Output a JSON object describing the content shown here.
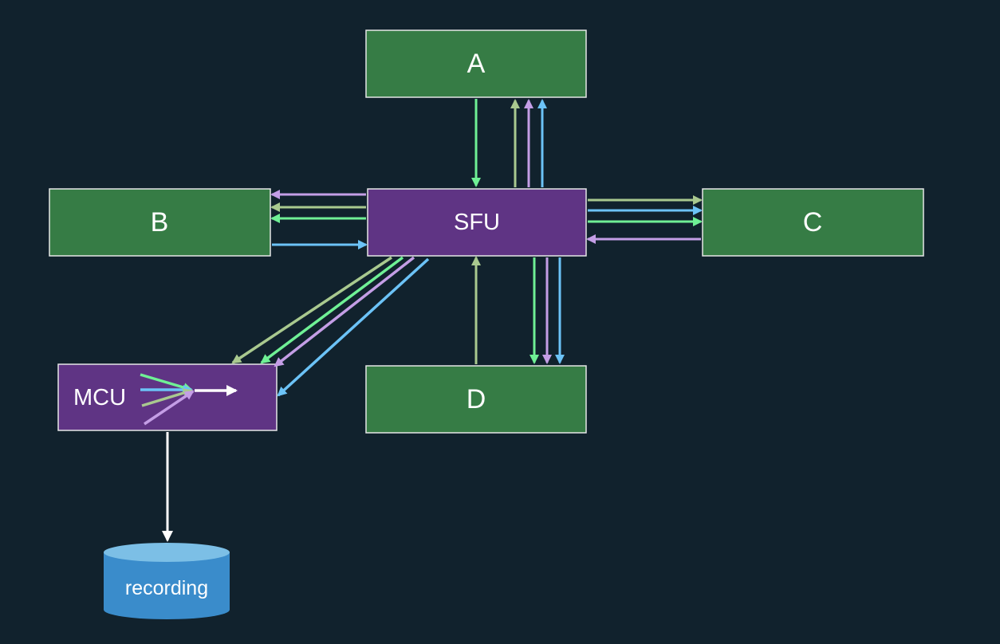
{
  "colors": {
    "background": "#11222d",
    "participant_fill": "#367c45",
    "server_fill": "#5f3484",
    "node_stroke": "#e6e6e6",
    "stream_green": "#6ff095",
    "stream_olive": "#a9c98f",
    "stream_purple": "#c49ee6",
    "stream_blue": "#6cc3f7",
    "stream_white": "#ffffff",
    "db_fill": "#3a8ccb",
    "db_top": "#7cbfe6"
  },
  "nodes": {
    "a": {
      "label": "A",
      "type": "participant"
    },
    "b": {
      "label": "B",
      "type": "participant"
    },
    "c": {
      "label": "C",
      "type": "participant"
    },
    "d": {
      "label": "D",
      "type": "participant"
    },
    "sfu": {
      "label": "SFU",
      "type": "server"
    },
    "mcu": {
      "label": "MCU",
      "type": "server"
    },
    "recording": {
      "label": "recording",
      "type": "storage"
    }
  }
}
